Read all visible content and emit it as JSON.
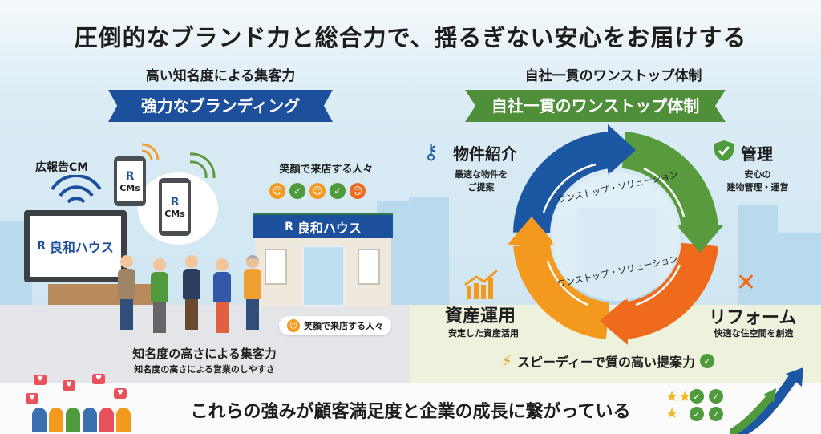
{
  "title": "圧倒的なブランド力と総合力で、揺るぎない安心をお届けする",
  "left": {
    "subtitle": "高い知名度による集客力",
    "banner": "強力なブランディング",
    "ad_label": "広報告CM",
    "brand_name": "良和ハウス",
    "phone_label": "CMs",
    "visitors_label": "笑顔で来店する人々",
    "visitors_bubble": "笑顔で来店する人々",
    "caption": "知名度の高さによる集客力",
    "caption_sub": "知名度の高さによる営業のしやすさ"
  },
  "right": {
    "subtitle": "自社一貫のワンストップ体制",
    "banner": "自社一貫のワンストップ体制",
    "cycle_label_top": "ワンストップ・ソリューション",
    "cycle_label_bottom": "ワンストップ・ソリューション",
    "features": [
      {
        "title": "物件紹介",
        "desc1": "最適な物件を",
        "desc2": "ご提案",
        "icon": "key-icon"
      },
      {
        "title": "管理",
        "desc1": "安心の",
        "desc2": "建物管理・運営",
        "icon": "shield-check-icon"
      },
      {
        "title": "リフォーム",
        "desc1": "快適な住空間を創造",
        "icon": "tools-icon"
      },
      {
        "title": "資産運用",
        "desc1": "安定した資産活用",
        "icon": "growth-chart-icon"
      }
    ],
    "proposal": "スピーディーで質の高い提案力"
  },
  "bottom": {
    "text": "これらの強みが顧客満足度と企業の成長に繋がっている"
  },
  "colors": {
    "blue": "#1c4f9c",
    "green": "#5a9a3e",
    "orange": "#f39a1e",
    "red_orange": "#ef6a1c"
  }
}
